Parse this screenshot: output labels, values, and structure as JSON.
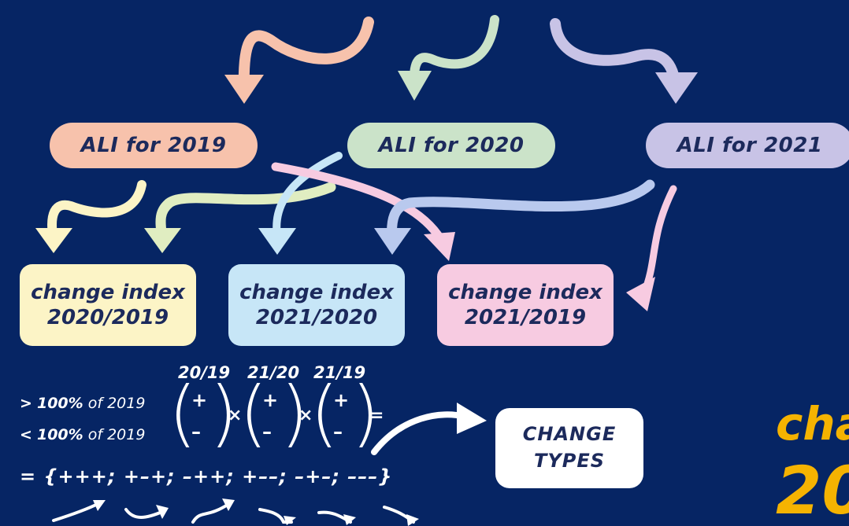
{
  "ali": [
    {
      "label": "ALI for 2019",
      "color": "#f7c2ac"
    },
    {
      "label": "ALI for 2020",
      "color": "#cbe3c9"
    },
    {
      "label": "ALI for 2021",
      "color": "#c8c3e6"
    }
  ],
  "change_index": [
    {
      "line1": "change index",
      "line2": "2020/2019",
      "color": "#fcf4c6"
    },
    {
      "line1": "change index",
      "line2": "2021/2020",
      "color": "#c7e6f7"
    },
    {
      "line1": "change index",
      "line2": "2021/2019",
      "color": "#f7cbe1"
    }
  ],
  "formula": {
    "cols": [
      "20/19",
      "21/20",
      "21/19"
    ],
    "row_gt": {
      "sym": ">",
      "pct": "100%",
      "rest": "of 2019"
    },
    "row_lt": {
      "sym": "<",
      "pct": "100%",
      "rest": "of 2019"
    },
    "plus": "+",
    "minus": "–",
    "times": "×",
    "equals": "=",
    "set": "= {+++; +–+; –++; +––; –+–; –––}"
  },
  "change_types": {
    "line1": "CHANGE",
    "line2": "TYPES"
  },
  "corner": {
    "line1": "cha",
    "line2": "20"
  }
}
